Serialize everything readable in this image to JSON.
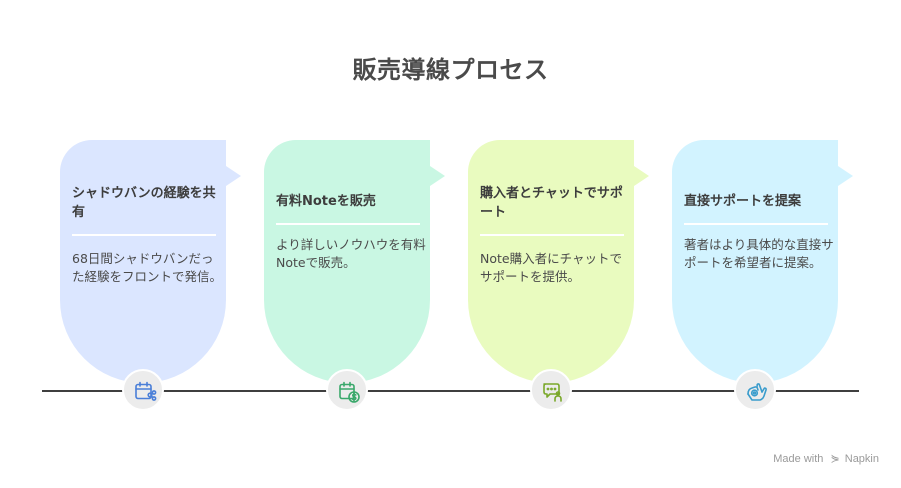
{
  "title": "販売導線プロセス",
  "steps": [
    {
      "title": "シャドウバンの経験を共有",
      "description": "68日間シャドウバンだった経験をフロントで発信。",
      "color": "#dbe6ff",
      "icon_color": "#4a7fd8",
      "icon": "calendar-share-icon"
    },
    {
      "title": "有料Noteを販売",
      "description": "より詳しいノウハウを有料Noteで販売。",
      "color": "#c9f7e3",
      "icon_color": "#3aa86b",
      "icon": "calendar-dollar-icon"
    },
    {
      "title": "購入者とチャットでサポート",
      "description": "Note購入者にチャットでサポートを提供。",
      "color": "#e9fbbf",
      "icon_color": "#7aa82a",
      "icon": "chat-support-icon"
    },
    {
      "title": "直接サポートを提案",
      "description": "著者はより具体的な直接サポートを希望者に提案。",
      "color": "#d2f3ff",
      "icon_color": "#3a9ccc",
      "icon": "hand-support-icon"
    }
  ],
  "footer": {
    "made_with": "Made with",
    "brand": "Napkin"
  }
}
